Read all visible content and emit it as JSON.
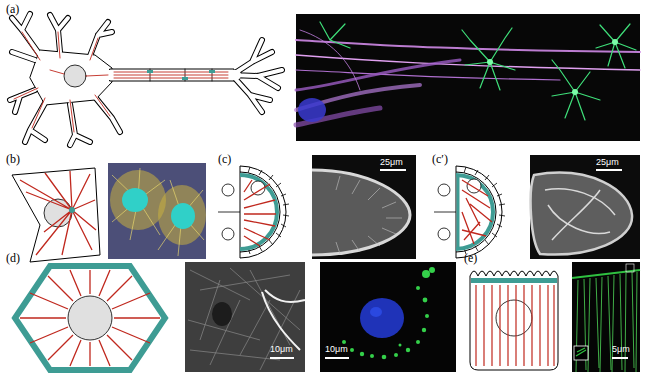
{
  "diagram": {
    "labels": [
      "(a)",
      "(b)",
      "(c)",
      "25μm",
      "(c′)",
      "25μm",
      "(d)",
      "10μm",
      "10μm",
      "(e)",
      "5μm"
    ]
  }
}
